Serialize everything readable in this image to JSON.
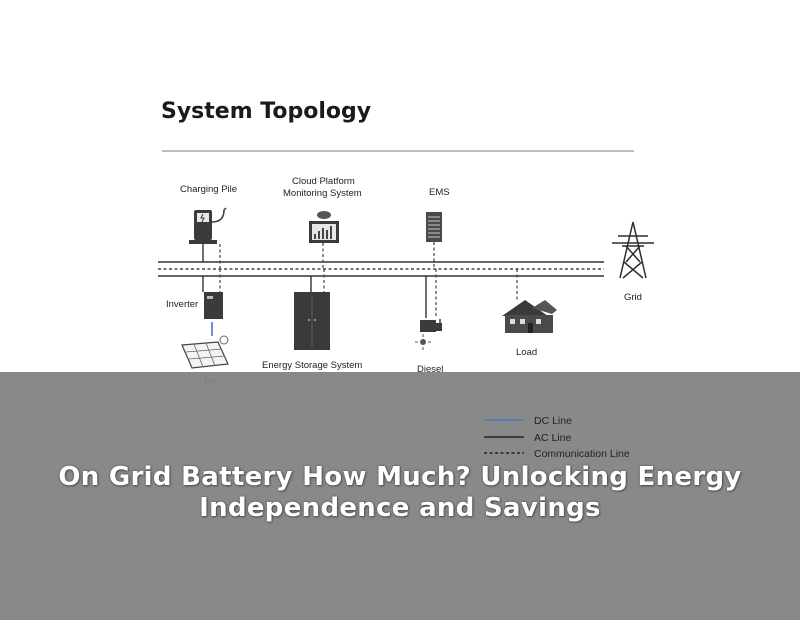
{
  "diagram": {
    "title": "System Topology",
    "nodes": {
      "charging_pile": "Charging Pile",
      "cloud_platform_line1": "Cloud Platform",
      "cloud_platform_line2": "Monitoring System",
      "ems": "EMS",
      "grid": "Grid",
      "inverter": "Inverter",
      "energy_storage": "Energy Storage System",
      "pv": "PV",
      "diesel": "Diesel",
      "load": "Load"
    },
    "legend": {
      "dc_line": "DC Line",
      "ac_line": "AC Line",
      "communication_line": "Communication Line"
    },
    "colors": {
      "dc_line": "#3a7cc4",
      "ac_line": "#222222",
      "overlay": "#808080"
    }
  },
  "overlay": {
    "headline": "On Grid Battery How Much? Unlocking Energy Independence and Savings"
  }
}
